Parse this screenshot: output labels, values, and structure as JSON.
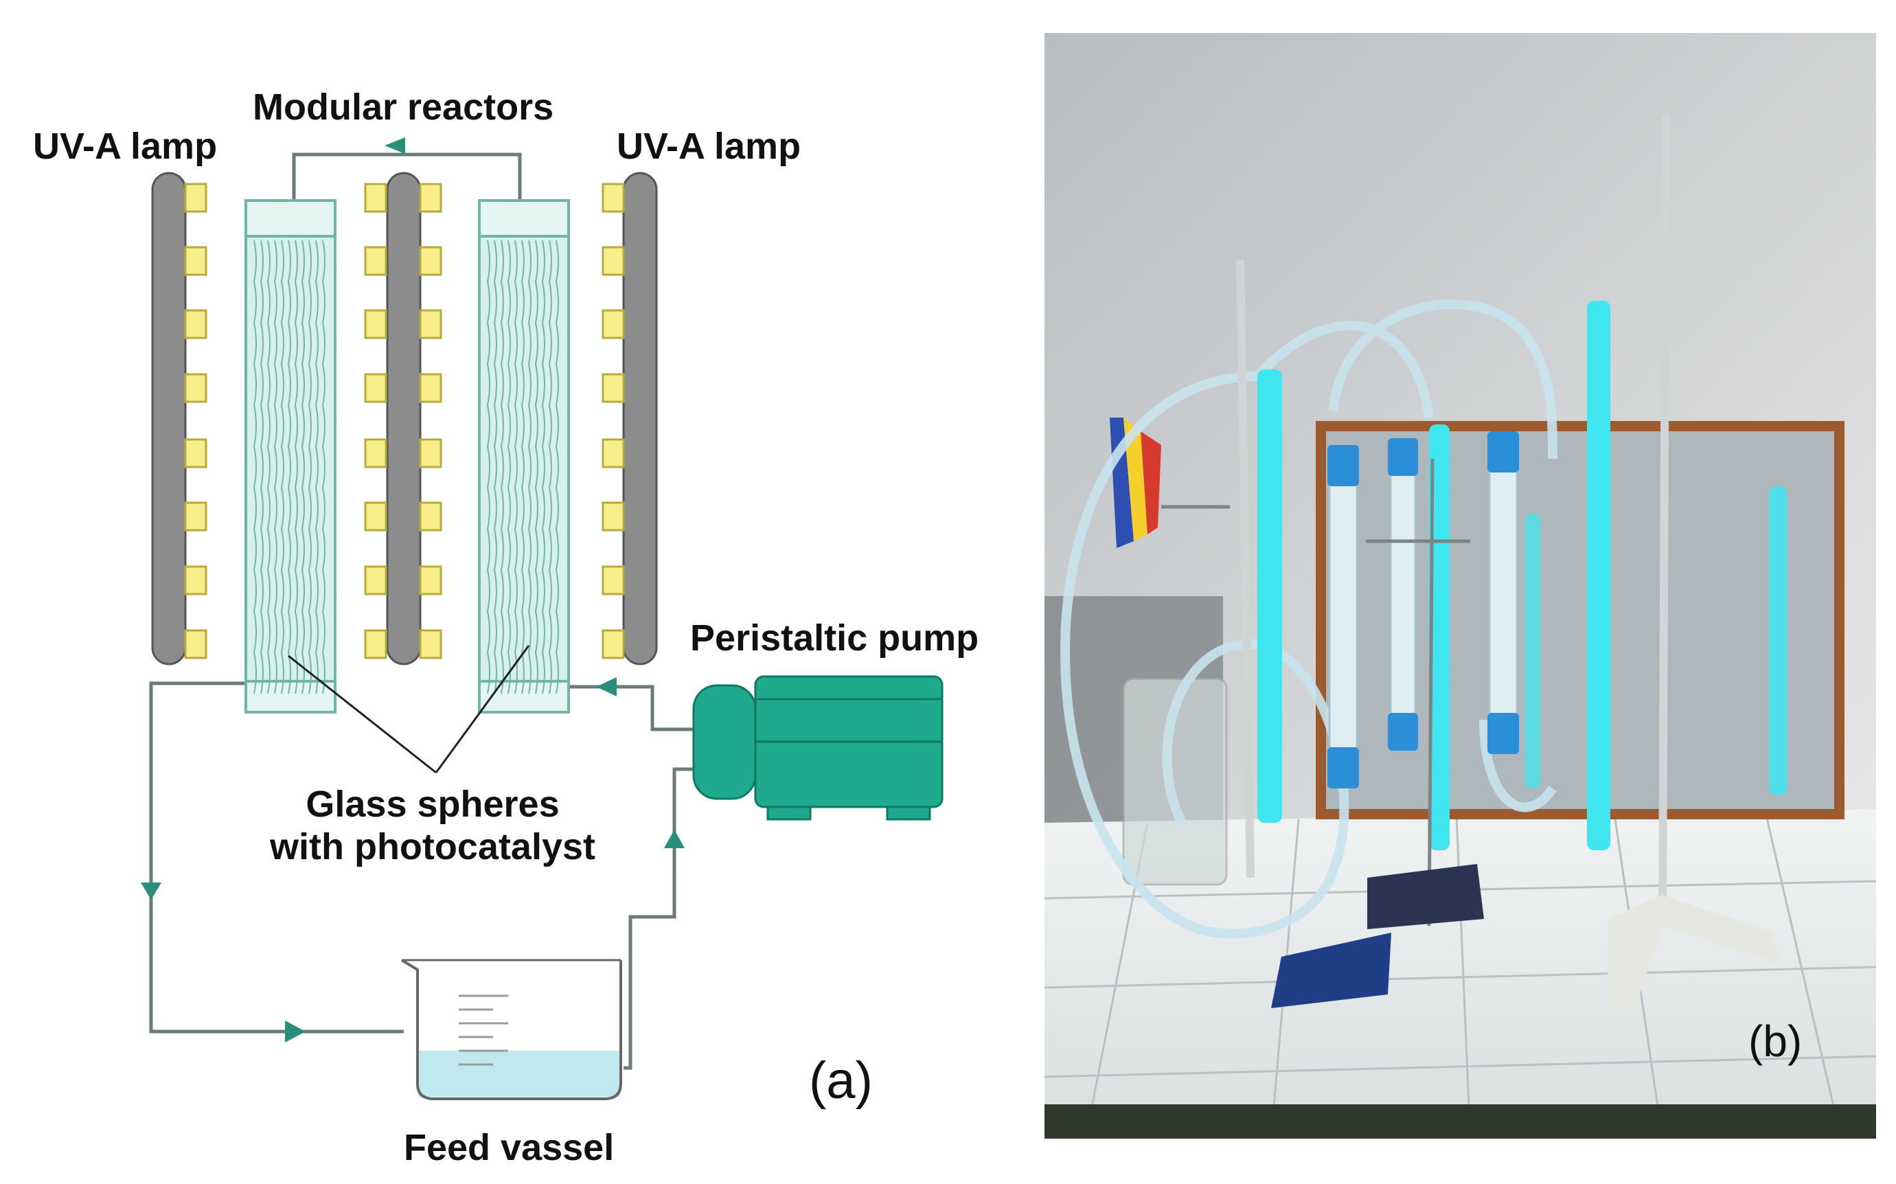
{
  "diagram": {
    "labels": {
      "uv_lamp_left": "UV-A lamp",
      "uv_lamp_right": "UV-A lamp",
      "modular_reactors": "Modular reactors",
      "peristaltic_pump": "Peristaltic pump",
      "glass_spheres_line1": "Glass spheres",
      "glass_spheres_line2": "with photocatalyst",
      "feed_vessel": "Feed vassel"
    },
    "panel_label": "(a)"
  },
  "photo": {
    "panel_label": "(b)"
  },
  "colors": {
    "lamp_body": "#8c8c8c",
    "led": "#f7f08a",
    "reactor_fill": "#d8f0ec",
    "reactor_stroke": "#6fb5a8",
    "pump": "#1fa98e",
    "flow_line": "#6b7b78",
    "arrow": "#2a8f7a",
    "liquid": "#bfe9ee",
    "uv_glow": "#3fe6f0"
  }
}
